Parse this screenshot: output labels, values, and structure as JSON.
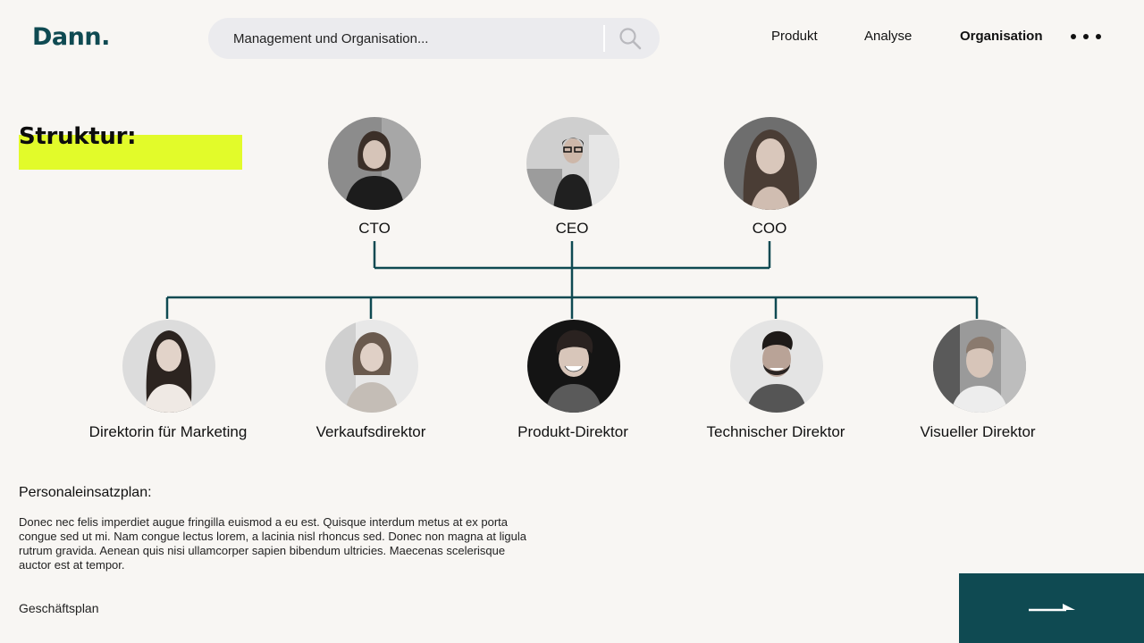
{
  "brand": {
    "logo": "Dann."
  },
  "search": {
    "placeholder": "Management und Organisation..."
  },
  "nav": {
    "items": [
      "Produkt",
      "Analyse",
      "Organisation"
    ],
    "active": "Organisation"
  },
  "section": {
    "title": "Struktur:"
  },
  "org": {
    "executives": [
      {
        "role": "CTO",
        "icon": "woman-portrait-icon"
      },
      {
        "role": "CEO",
        "icon": "man-glasses-portrait-icon"
      },
      {
        "role": "COO",
        "icon": "woman-portrait-icon"
      }
    ],
    "directors": [
      {
        "role": "Direktorin für Marketing",
        "icon": "woman-portrait-icon"
      },
      {
        "role": "Verkaufsdirektor",
        "icon": "woman-portrait-icon"
      },
      {
        "role": "Produkt-Direktor",
        "icon": "man-portrait-icon"
      },
      {
        "role": "Technischer Direktor",
        "icon": "man-beard-portrait-icon"
      },
      {
        "role": "Visueller Direktor",
        "icon": "man-portrait-icon"
      }
    ]
  },
  "plan": {
    "title": "Personaleinsatzplan:",
    "text": "Donec nec felis imperdiet augue fringilla euismod a eu est. Quisque interdum metus at ex porta congue sed ut mi. Nam congue lectus lorem, a lacinia nisl rhoncus sed. Donec non magna at ligula rutrum gravida. Aenean quis nisi ullamcorper sapien bibendum ultricies. Maecenas scelerisque auctor est at tempor."
  },
  "footer": {
    "link": "Geschäftsplan"
  },
  "colors": {
    "accent": "#0f4a52",
    "highlight": "#e2fb2a",
    "background": "#f8f6f3"
  },
  "icons": {
    "search": "search-icon",
    "more": "more-dots-icon",
    "next": "arrow-right-icon"
  }
}
